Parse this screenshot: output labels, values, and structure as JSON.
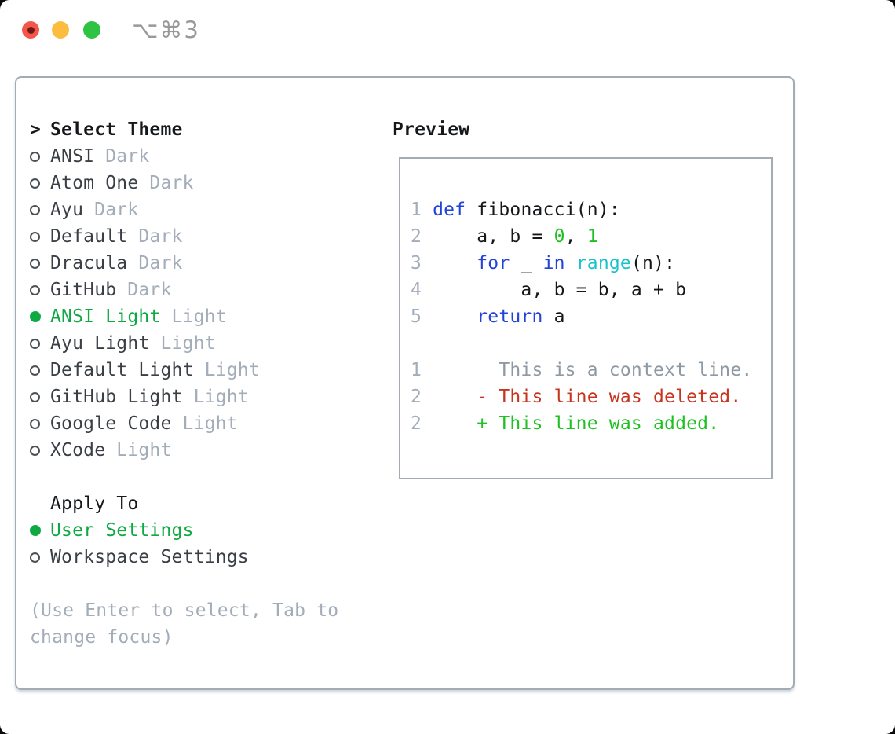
{
  "titlebar": {
    "shortcut": "⌥⌘3"
  },
  "colors": {
    "green_sel": "#0fa944",
    "green_bright": "#1dc121",
    "blue_keyword": "#2143d6",
    "cyan_builtin": "#16c2cc",
    "red_deleted": "#c8351f",
    "gray_dim": "#a3adb9",
    "gray_context": "#8f99a4",
    "text_black": "#15181b",
    "text_dark": "#3a3f46",
    "border_gray": "#a3abb5",
    "tl_red": "#f4564c",
    "tl_red_dot": "#701a14",
    "tl_yellow": "#fcbd3f",
    "tl_green": "#2fc343",
    "shortcut_gray": "#98999b"
  },
  "panel": {
    "theme_section": {
      "cursor": ">",
      "header": "Select Theme",
      "items": [
        {
          "label": "ANSI",
          "tag": "Dark",
          "selected": false
        },
        {
          "label": "Atom One",
          "tag": "Dark",
          "selected": false
        },
        {
          "label": "Ayu",
          "tag": "Dark",
          "selected": false
        },
        {
          "label": "Default",
          "tag": "Dark",
          "selected": false
        },
        {
          "label": "Dracula",
          "tag": "Dark",
          "selected": false
        },
        {
          "label": "GitHub",
          "tag": "Dark",
          "selected": false
        },
        {
          "label": "ANSI Light",
          "tag": "Light",
          "selected": true
        },
        {
          "label": "Ayu Light",
          "tag": "Light",
          "selected": false
        },
        {
          "label": "Default Light",
          "tag": "Light",
          "selected": false
        },
        {
          "label": "GitHub Light",
          "tag": "Light",
          "selected": false
        },
        {
          "label": "Google Code",
          "tag": "Light",
          "selected": false
        },
        {
          "label": "XCode",
          "tag": "Light",
          "selected": false
        }
      ]
    },
    "apply_section": {
      "header": "Apply To",
      "items": [
        {
          "label": "User Settings",
          "selected": true
        },
        {
          "label": "Workspace Settings",
          "selected": false
        }
      ]
    },
    "hint_lines": [
      "(Use Enter to select, Tab to",
      "change focus)"
    ],
    "preview": {
      "title": "Preview",
      "lines": [
        {
          "num": "1",
          "tokens": [
            {
              "c": "p",
              "t": " "
            },
            {
              "c": "k",
              "t": "def"
            },
            {
              "c": "p",
              "t": " fibonacci(n):"
            }
          ]
        },
        {
          "num": "2",
          "tokens": [
            {
              "c": "p",
              "t": "     a, b = "
            },
            {
              "c": "n",
              "t": "0"
            },
            {
              "c": "p",
              "t": ", "
            },
            {
              "c": "n",
              "t": "1"
            }
          ]
        },
        {
          "num": "3",
          "tokens": [
            {
              "c": "p",
              "t": "     "
            },
            {
              "c": "k",
              "t": "for"
            },
            {
              "c": "p",
              "t": " _ "
            },
            {
              "c": "k",
              "t": "in"
            },
            {
              "c": "p",
              "t": " "
            },
            {
              "c": "b",
              "t": "range"
            },
            {
              "c": "p",
              "t": "(n):"
            }
          ]
        },
        {
          "num": "4",
          "tokens": [
            {
              "c": "p",
              "t": "         a, b = b, a + b"
            }
          ]
        },
        {
          "num": "5",
          "tokens": [
            {
              "c": "p",
              "t": "     "
            },
            {
              "c": "k",
              "t": "return"
            },
            {
              "c": "p",
              "t": " a"
            }
          ]
        },
        {
          "num": "",
          "tokens": []
        },
        {
          "num": "1",
          "tokens": [
            {
              "c": "ctx",
              "t": "       This is a context line."
            }
          ]
        },
        {
          "num": "2",
          "tokens": [
            {
              "c": "del",
              "t": "     - This line was deleted."
            }
          ]
        },
        {
          "num": "2",
          "tokens": [
            {
              "c": "add",
              "t": "     + This line was added."
            }
          ]
        }
      ]
    }
  }
}
